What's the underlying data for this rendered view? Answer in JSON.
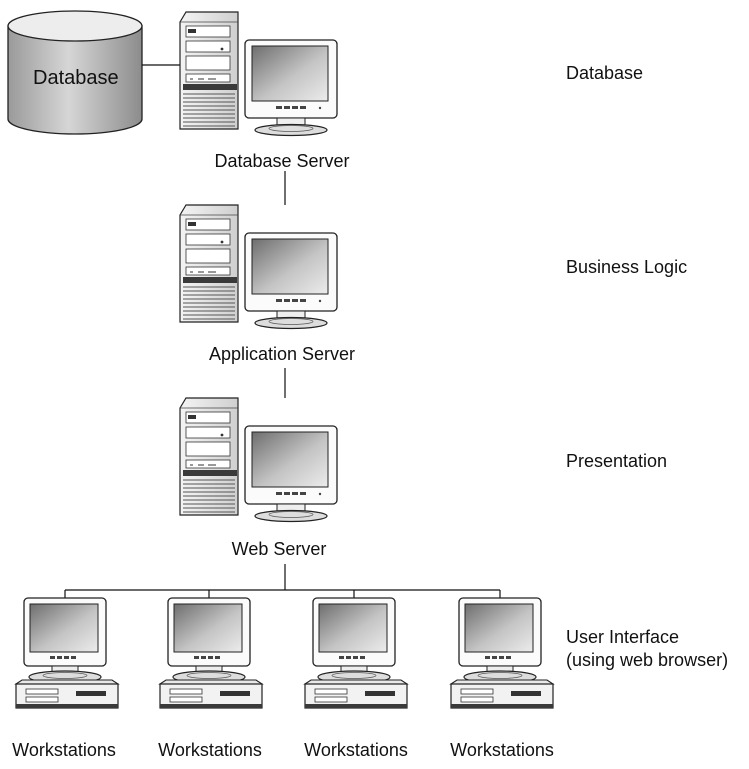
{
  "database_label": "Database",
  "servers": {
    "database": "Database Server",
    "application": "Application Server",
    "web": "Web Server"
  },
  "tiers": {
    "database": "Database",
    "business_logic": "Business Logic",
    "presentation": "Presentation",
    "user_interface_line1": "User Interface",
    "user_interface_line2": "(using web browser)"
  },
  "workstations": [
    "Workstations",
    "Workstations",
    "Workstations",
    "Workstations"
  ]
}
